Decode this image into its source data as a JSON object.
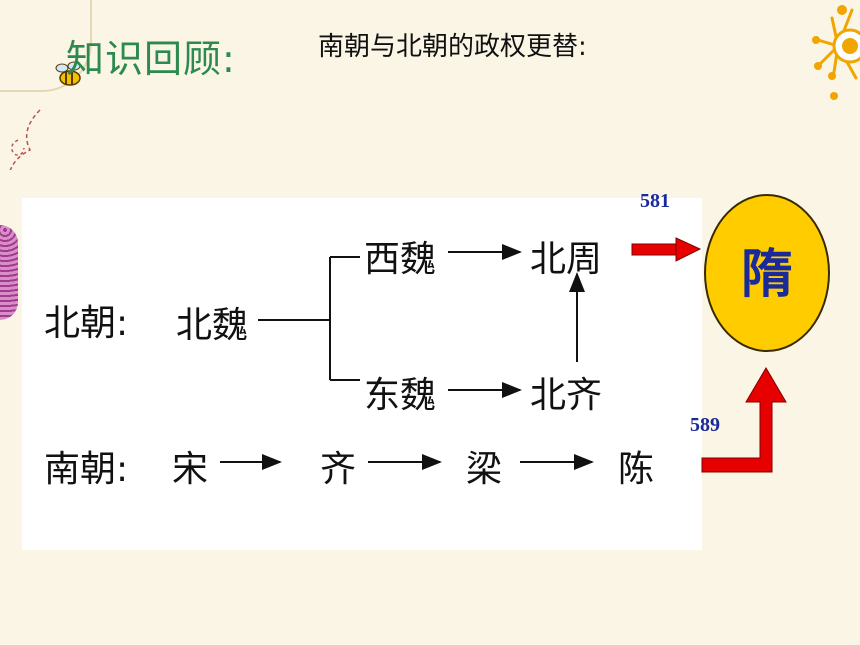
{
  "header": {
    "title": "知识回顾:",
    "subtitle": "南朝与北朝的政权更替:"
  },
  "diagram": {
    "north_label": "北朝:",
    "north_origin": "北魏",
    "west_wei": "西魏",
    "north_zhou": "北周",
    "east_wei": "东魏",
    "north_qi": "北齐",
    "south_label": "南朝:",
    "south_dynasties": [
      "宋",
      "齐",
      "梁",
      "陈"
    ],
    "sui": "隋",
    "year_north": "581",
    "year_south": "589"
  },
  "colors": {
    "title": "#2d8a4e",
    "sui_circle": "#ffcc00",
    "arrow_red": "#e60000",
    "year_blue": "#1a2a9a"
  },
  "icons": [
    "bee-icon",
    "sun-icon",
    "flower-icon"
  ]
}
